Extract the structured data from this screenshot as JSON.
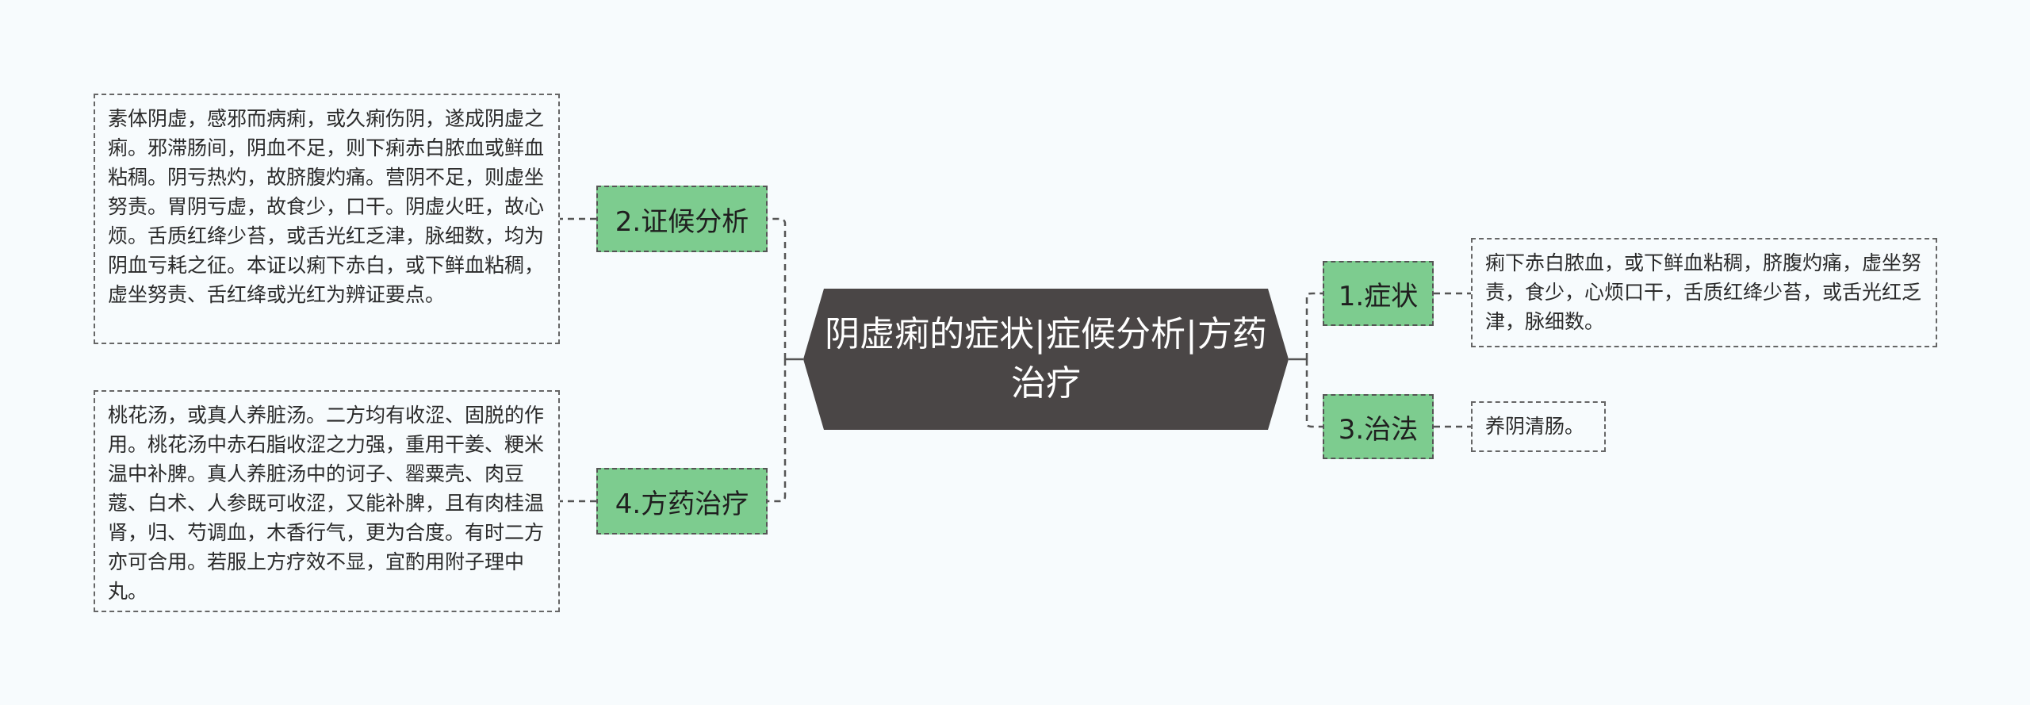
{
  "center": {
    "title": "阴虚痢的症状|症候分析|方药治疗"
  },
  "branches": [
    {
      "label": "1.症状",
      "detail": "痢下赤白脓血，或下鲜血粘稠，脐腹灼痛，虚坐努责，食少，心烦口干，舌质红绛少苔，或舌光红乏津，脉细数。"
    },
    {
      "label": "2.证候分析",
      "detail": "素体阴虚，感邪而病痢，或久痢伤阴，遂成阴虚之痢。邪滞肠间，阴血不足，则下痢赤白脓血或鲜血粘稠。阴亏热灼，故脐腹灼痛。营阴不足，则虚坐努责。胃阴亏虚，故食少，口干。阴虚火旺，故心烦。舌质红绛少苔，或舌光红乏津，脉细数，均为阴血亏耗之征。本证以痢下赤白，或下鲜血粘稠，虚坐努责、舌红绛或光红为辨证要点。"
    },
    {
      "label": "3.治法",
      "detail": "养阴清肠。"
    },
    {
      "label": "4.方药治疗",
      "detail": "桃花汤，或真人养脏汤。二方均有收涩、固脱的作用。桃花汤中赤石脂收涩之力强，重用干姜、粳米温中补脾。真人养脏汤中的诃子、罂粟壳、肉豆蔻、白术、人参既可收涩，又能补脾，且有肉桂温肾，归、芍调血，木香行气，更为合度。有时二方亦可合用。若服上方疗效不显，宜酌用附子理中丸。"
    }
  ]
}
